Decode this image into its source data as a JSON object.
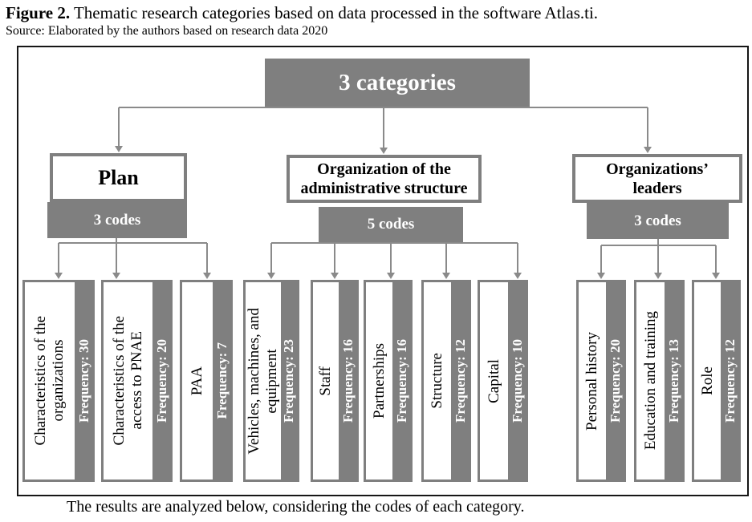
{
  "figure": {
    "title_prefix": "Figure 2.",
    "title_rest": " Thematic research categories based on data processed in the software Atlas.ti.",
    "source_line": "Source: Elaborated by the authors based on research data 2020",
    "footer_caption": "The results are analyzed below, considering the codes of each category."
  },
  "tree": {
    "root_label": "3 categories",
    "groups": [
      {
        "label": "Plan",
        "codes_label": "3 codes",
        "codes": [
          {
            "label": "Characteristics of the\norganizations",
            "frequency": "Frequency: 30"
          },
          {
            "label": "Characteristics of the\naccess to PNAE",
            "frequency": "Frequency: 20"
          },
          {
            "label": "PAA",
            "frequency": "Frequency: 7"
          }
        ]
      },
      {
        "label": "Organization of the\nadministrative structure",
        "codes_label": "5 codes",
        "codes": [
          {
            "label": "Vehicles, machines, and\nequipment",
            "frequency": "Frequency: 23"
          },
          {
            "label": "Staff",
            "frequency": "Frequency: 16"
          },
          {
            "label": "Partnerships",
            "frequency": "Frequency: 16"
          },
          {
            "label": "Structure",
            "frequency": "Frequency: 12"
          },
          {
            "label": "Capital",
            "frequency": "Frequency: 10"
          }
        ]
      },
      {
        "label": "Organizations’\nleaders",
        "codes_label": "3 codes",
        "codes": [
          {
            "label": "Personal history",
            "frequency": "Frequency: 20"
          },
          {
            "label": "Education and training",
            "frequency": "Frequency: 13"
          },
          {
            "label": "Role",
            "frequency": "Frequency: 12"
          }
        ]
      }
    ]
  },
  "colors": {
    "box_gray": "#7f7f7f",
    "connector_gray": "#8a8a8a",
    "frame_black": "#161616",
    "text_black": "#000000",
    "text_white": "#ffffff"
  }
}
